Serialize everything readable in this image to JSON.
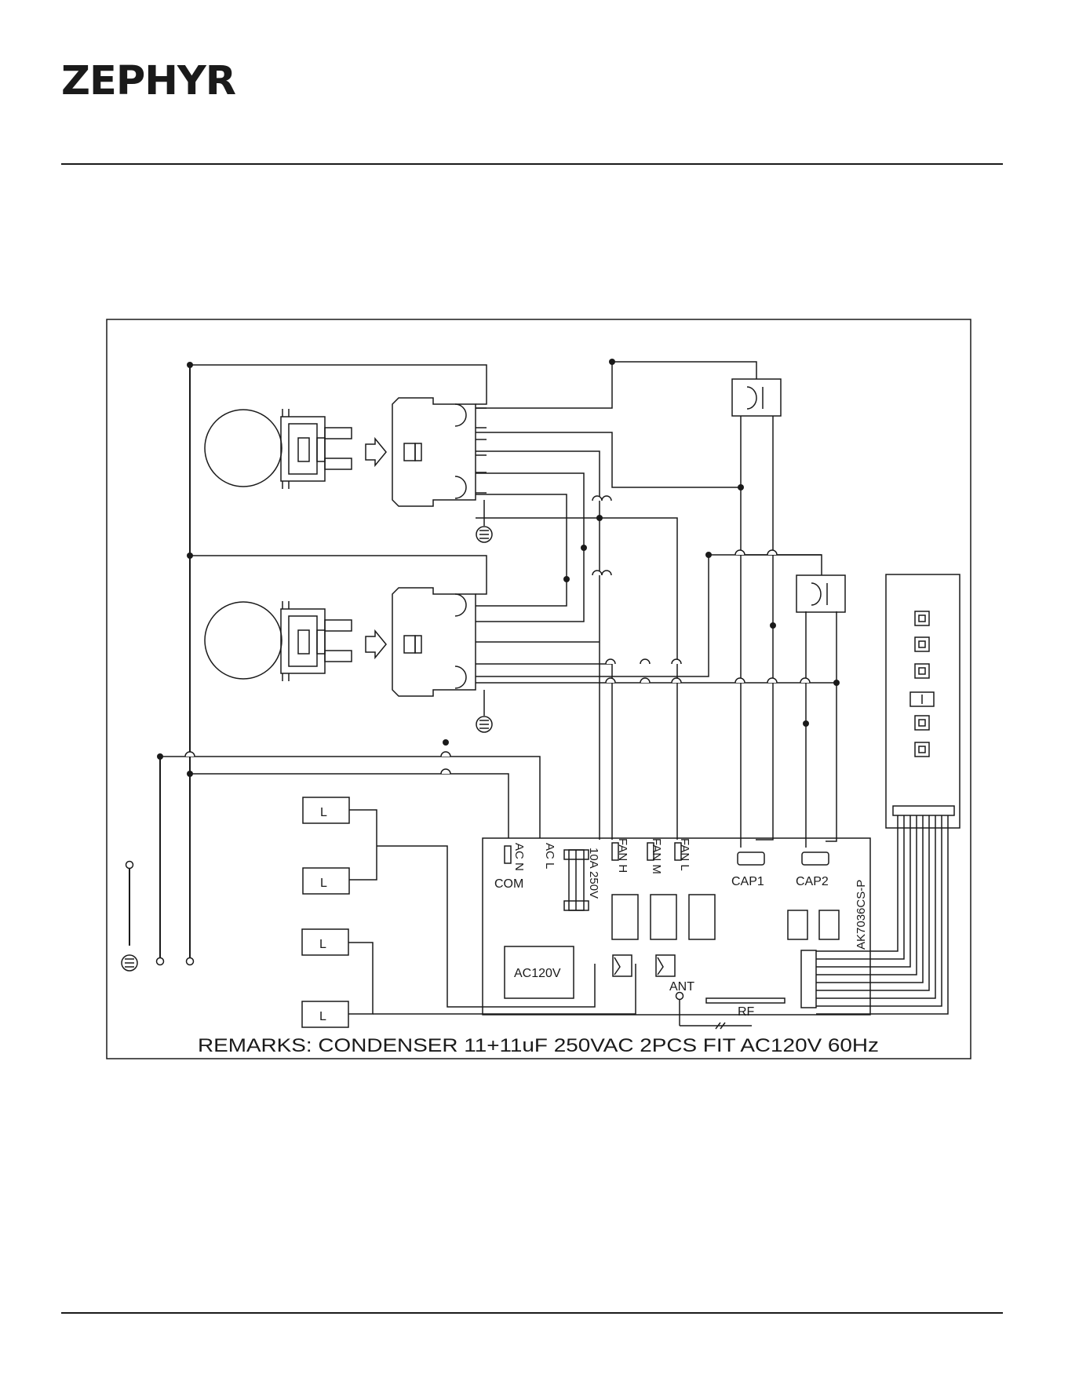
{
  "header": {
    "logo_text": "ZEPHYR"
  },
  "diagram": {
    "pcb": {
      "model": "AK7036CS-P",
      "terminals": {
        "ac_n": "AC N",
        "com": "COM",
        "ac_l": "AC L",
        "fuse": "10A 250V",
        "fan_h": "FAN H",
        "fan_m": "FAN M",
        "fan_l": "FAN L",
        "cap1": "CAP1",
        "cap2": "CAP2"
      },
      "transformer": "AC120V",
      "antenna": "ANT",
      "rf_module": "RF"
    },
    "lamps": [
      "L",
      "L",
      "L",
      "L"
    ],
    "remarks": "REMARKS: CONDENSER  11+11uF   250VAC   2PCS FIT AC120V 60Hz"
  },
  "colors": {
    "ink": "#1a1a1a",
    "paper": "#ffffff"
  }
}
